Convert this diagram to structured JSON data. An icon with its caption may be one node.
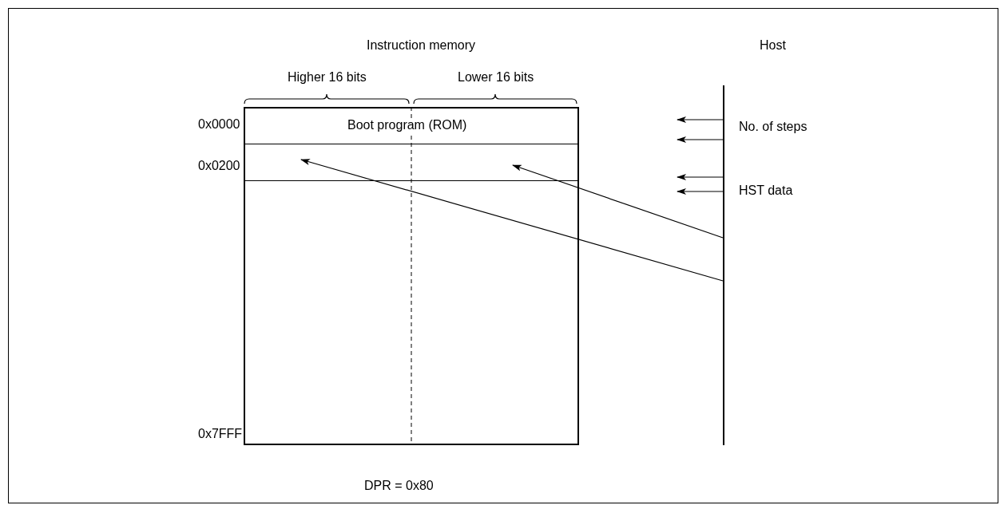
{
  "diagram": {
    "nodes": [
      {
        "text": [
          "Instruction memory"
        ]
      },
      {
        "text": [
          "Boot program (ROM)"
        ],
        "in": 0
      },
      {
        "text": [],
        "shape": "box",
        "in": 0
      },
      {
        "text": [
          "Host"
        ]
      }
    ],
    "edges": [
      {
        "from": 3,
        "to": null,
        "arrow": "to"
      },
      {
        "from": 3,
        "to": null,
        "arrow": "to"
      },
      {
        "from": 3,
        "to": null,
        "arrow": "to"
      },
      {
        "from": 3,
        "to": null,
        "arrow": "to"
      },
      {
        "from": 3,
        "to": 2,
        "arrow": "to"
      },
      {
        "from": 3,
        "to": 2,
        "arrow": "to"
      }
    ],
    "labels": [
      "Higher 16 bits",
      "Lower 16 bits",
      "0x0000",
      "No. of steps",
      "0x0200",
      "HST data",
      "0x7FFF",
      "DPR = 0x80"
    ]
  }
}
